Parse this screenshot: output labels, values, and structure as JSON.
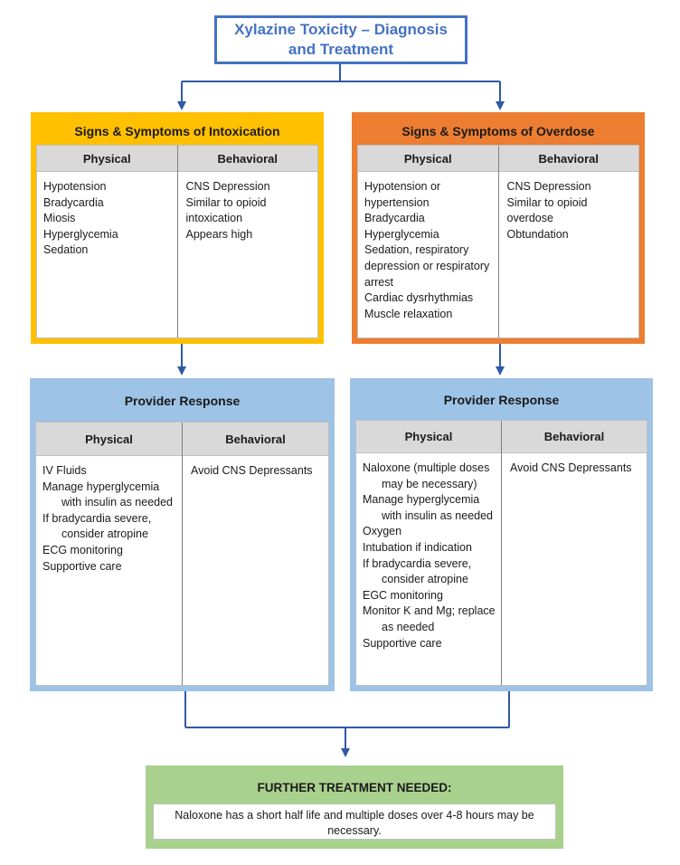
{
  "title": "Xylazine Toxicity – Diagnosis and Treatment",
  "intoxication": {
    "title": "Signs & Symptoms of Intoxication",
    "physical_header": "Physical",
    "behavioral_header": "Behavioral",
    "physical": [
      "Hypotension",
      "Bradycardia",
      "Miosis",
      "Hyperglycemia",
      "Sedation"
    ],
    "behavioral": [
      "CNS Depression",
      "Similar to opioid intoxication",
      "Appears high"
    ]
  },
  "overdose": {
    "title": "Signs & Symptoms of Overdose",
    "physical_header": "Physical",
    "behavioral_header": "Behavioral",
    "physical": [
      "Hypotension or hypertension",
      "Bradycardia",
      "Hyperglycemia",
      "Sedation, respiratory depression or respiratory arrest",
      "Cardiac dysrhythmias",
      "Muscle relaxation"
    ],
    "behavioral": [
      "CNS Depression",
      "Similar to opioid overdose",
      "Obtundation"
    ]
  },
  "response_left": {
    "title": "Provider Response",
    "physical_header": "Physical",
    "behavioral_header": "Behavioral",
    "physical": [
      "IV Fluids",
      "Manage hyperglycemia with insulin as needed",
      "If bradycardia severe, consider atropine",
      "ECG monitoring",
      "Supportive care"
    ],
    "behavioral": [
      "Avoid CNS Depressants"
    ]
  },
  "response_right": {
    "title": "Provider Response",
    "physical_header": "Physical",
    "behavioral_header": "Behavioral",
    "physical": [
      "Naloxone (multiple doses may be necessary)",
      "Manage hyperglycemia with insulin as needed",
      "Oxygen",
      "Intubation if indication",
      "If bradycardia severe, consider atropine",
      "EGC monitoring",
      "Monitor K and Mg; replace as needed",
      "Supportive care"
    ],
    "behavioral": [
      "Avoid CNS Depressants"
    ]
  },
  "further": {
    "title": "FURTHER TREATMENT NEEDED:",
    "text": "Naloxone has a short half life and multiple doses over 4-8 hours may be necessary."
  },
  "colors": {
    "title_blue": "#4472c4",
    "intoxication_yellow": "#ffc000",
    "overdose_orange": "#ed7d31",
    "response_blue": "#9dc3e6",
    "further_green": "#a9d18e",
    "header_gray": "#d9d9d9"
  }
}
